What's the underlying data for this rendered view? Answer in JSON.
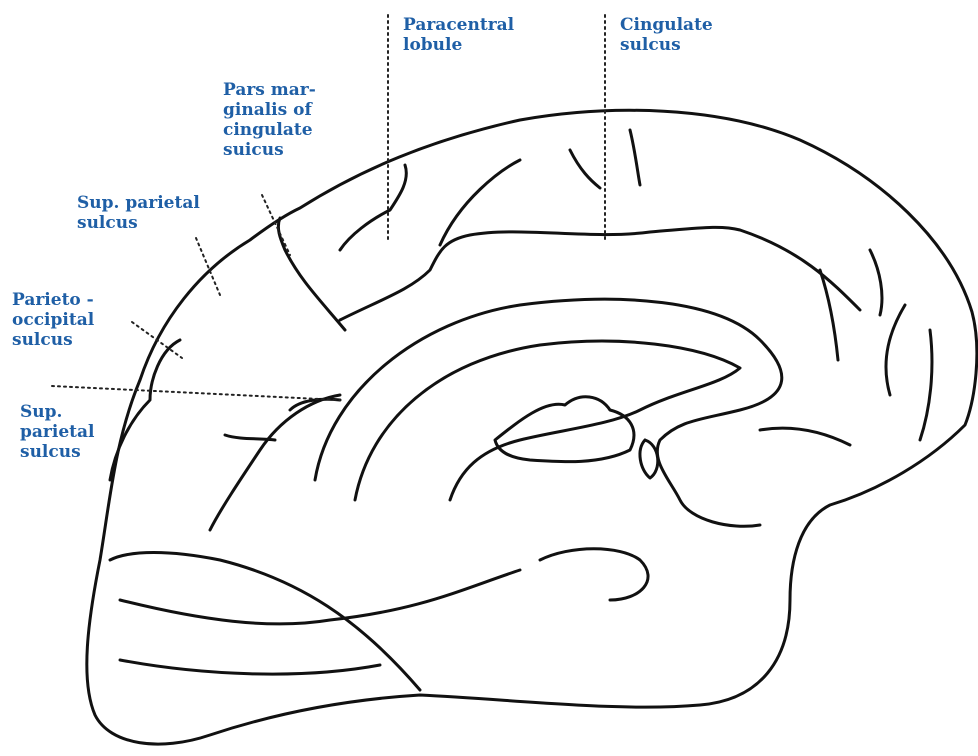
{
  "colors": {
    "label": "#1f5fa6",
    "outline": "#111111",
    "background": "#ffffff"
  },
  "labels": {
    "paracentral_lobule": [
      "Paracentral",
      "lobule"
    ],
    "cingulate_sulcus": [
      "Cingulate",
      "sulcus"
    ],
    "pars_marginalis": [
      "Pars mar-",
      "ginalis of",
      "cingulate",
      "suicus"
    ],
    "sup_parietal_sulcus_upper": [
      "Sup. parietal",
      "sulcus"
    ],
    "parieto_occipital_sulcus": [
      "Parieto -",
      "occipital",
      "sulcus"
    ],
    "sup_parietal_sulcus_lower": [
      "Sup.",
      "parietal",
      "sulcus"
    ]
  }
}
